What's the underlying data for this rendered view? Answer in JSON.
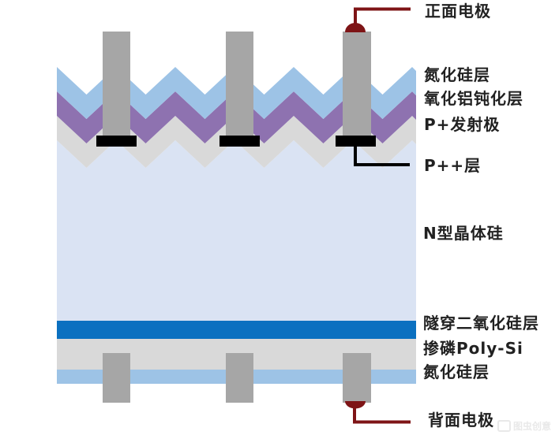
{
  "diagram": {
    "labels": {
      "front_electrode": "正面电极",
      "sin_top": "氮化硅层",
      "alox_passivation": "氧化铝钝化层",
      "p_plus_emitter": "P+发射极",
      "p_plus_plus_layer": "P++层",
      "n_type_silicon": "N型晶体硅",
      "tunnel_oxide": "隧穿二氧化硅层",
      "doped_poly_si": "掺磷Poly-Si",
      "sin_bottom": "氮化硅层",
      "back_electrode": "背面电极"
    },
    "colors": {
      "sin_blue": "#9DC3E6",
      "alox_purple": "#8E72B0",
      "emitter_gray": "#D9D9D9",
      "n_silicon_lavender": "#DAE3F3",
      "tunnel_oxide_blue": "#0B70C0",
      "poly_si_gray": "#D9D9D9",
      "electrode_gray": "#A6A6A6",
      "contact_black": "#000000",
      "busbar_dark_red": "#7E1416",
      "label_text": "#212121"
    },
    "watermark": "图虫创意"
  }
}
